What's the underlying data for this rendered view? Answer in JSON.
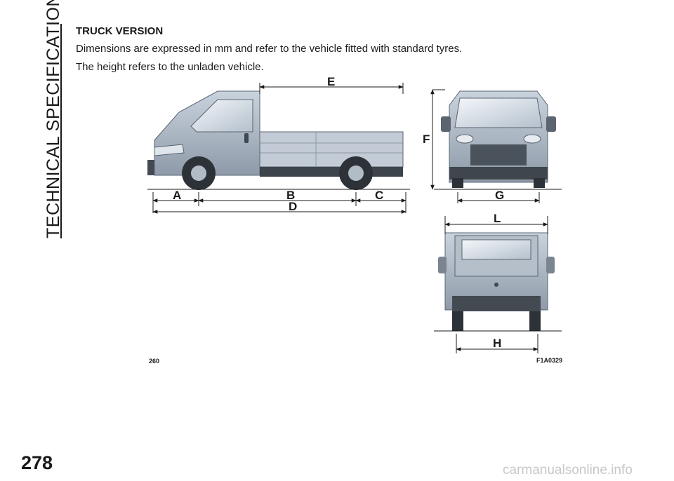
{
  "sidebar": {
    "section_title": "TECHNICAL SPECIFICATIONS"
  },
  "content": {
    "heading": "TRUCK VERSION",
    "paragraphs": [
      "Dimensions are expressed in mm and refer to the vehicle fitted with standard tyres.",
      "The height refers to the unladen vehicle."
    ]
  },
  "figure": {
    "left_code": "260",
    "right_code": "F1A0329",
    "dimension_labels": {
      "a": "A",
      "b": "B",
      "c": "C",
      "d": "D",
      "e": "E",
      "f": "F",
      "g": "G",
      "l": "L",
      "h": "H"
    }
  },
  "footer": {
    "page_number": "278",
    "watermark": "carmanualsonline.info"
  }
}
